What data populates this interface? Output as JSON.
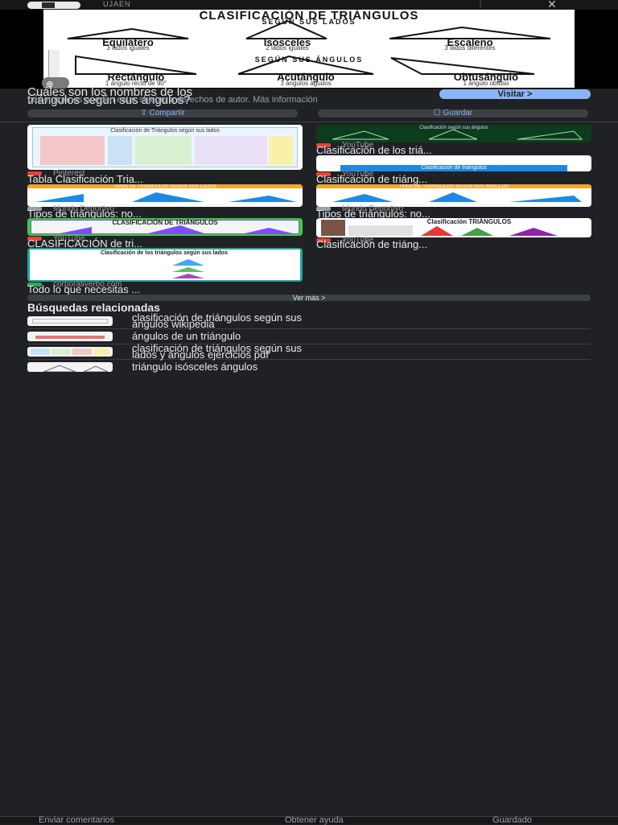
{
  "topbar": {
    "source_name": "UJAEN",
    "more_icon": "more-vert-icon",
    "close_icon": "close-icon"
  },
  "hero": {
    "title": "CLASIFICACIÓN DE TRIÁNGULOS",
    "subtitle_sides": "SEGÚN SUS LADOS",
    "subtitle_angles": "SEGÚN SUS ÁNGULOS",
    "sides": [
      {
        "name": "Equilátero",
        "desc": "3 lados iguales"
      },
      {
        "name": "Isósceles",
        "desc": "2 lados iguales"
      },
      {
        "name": "Escaleno",
        "desc": "3 lados diferentes"
      }
    ],
    "angles": [
      {
        "name": "Rectángulo",
        "desc": "1 ángulo recto de 90°"
      },
      {
        "name": "Acutángulo",
        "desc": "3 ángulos agudos"
      },
      {
        "name": "Obtusángulo",
        "desc": "1 ángulo obtuso"
      }
    ]
  },
  "info": {
    "title_line1": "Cuáles son los nombres de los",
    "title_line2": "triángulos según sus ángulos?",
    "visit_label": "Visitar  >",
    "description": "Las imágenes pueden estar sujetas a derechos de autor. Más información",
    "share_label": "Compartir",
    "save_label": "Guardar",
    "share_icon": "share-icon",
    "save_icon": "bookmark-icon"
  },
  "results": [
    {
      "source": "Pinterest",
      "title": "Tabla Clasificación Tria...",
      "thumb_text": "Clasificación de Triángulos según sus lados",
      "fav": "#e94235"
    },
    {
      "source": "YouTube",
      "title": "Clasificación de los triá...",
      "thumb_text": "Clasificación según sus ángulos",
      "fav": "#e94235"
    },
    {
      "source": "YouTube",
      "title": "Clasificación de triáng...",
      "thumb_text": "Clasificación de triángulos",
      "fav": "#e94235"
    },
    {
      "source": "Mundo Deportivo",
      "title": "Tipos de triángulos: no...",
      "thumb_text": "TIPOS DE TRIÁNGULOS SEGÚN SUS LADOS",
      "fav": "#9aa0a6"
    },
    {
      "source": "Mundo Deportivo",
      "title": "Tipos de triángulos: no...",
      "thumb_text": "TIPOS DE TRIÁNGULOS SEGÚN SUS ÁNGULOS",
      "fav": "#9aa0a6"
    },
    {
      "source": "YouTube",
      "title": "CLASIFICACIÓN de tri...",
      "thumb_text": "CLASIFICACIÓN DE TRIÁNGULOS",
      "fav": "#e94235"
    },
    {
      "source": "YouTube",
      "title": "Clasificación de triáng...",
      "thumb_text": "Clasificación TRIÁNGULOS",
      "fav": "#e94235"
    },
    {
      "source": "corporativerbo.com",
      "title": "Todo lo que necesitas ...",
      "thumb_text": "Clasificación de los triángulos según sus lados",
      "fav": "#34a853"
    }
  ],
  "more_label": "Ver más   >",
  "related": {
    "heading": "Búsquedas relacionadas",
    "items": [
      {
        "line1": "clasificación de triángulos según sus",
        "line2": "ángulos wikipedia"
      },
      {
        "line1": "ángulos de un triángulo",
        "line2": ""
      },
      {
        "line1": "clasificación de triángulos según sus",
        "line2": "lados y ángulos ejercicios pdf"
      },
      {
        "line1": "triángulo isósceles ángulos",
        "line2": ""
      }
    ]
  },
  "footer": {
    "feedback": "Enviar comentarios",
    "help": "Obtener ayuda",
    "saved": "Guardado"
  }
}
